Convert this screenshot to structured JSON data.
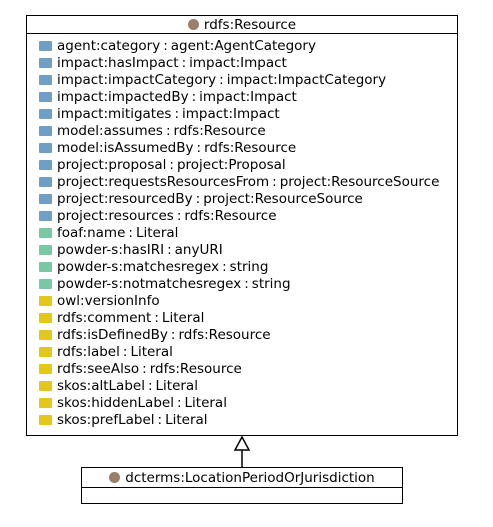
{
  "main_class": {
    "title": "rdfs:Resource",
    "title_icon": "class-circle-icon",
    "attributes": [
      {
        "name": "agent:category",
        "type": "agent:AgentCategory",
        "color": "#6f9fc6"
      },
      {
        "name": "impact:hasImpact",
        "type": "impact:Impact",
        "color": "#6f9fc6"
      },
      {
        "name": "impact:impactCategory",
        "type": "impact:ImpactCategory",
        "color": "#6f9fc6"
      },
      {
        "name": "impact:impactedBy",
        "type": "impact:Impact",
        "color": "#6f9fc6"
      },
      {
        "name": "impact:mitigates",
        "type": "impact:Impact",
        "color": "#6f9fc6"
      },
      {
        "name": "model:assumes",
        "type": "rdfs:Resource",
        "color": "#6f9fc6"
      },
      {
        "name": "model:isAssumedBy",
        "type": "rdfs:Resource",
        "color": "#6f9fc6"
      },
      {
        "name": "project:proposal",
        "type": "project:Proposal",
        "color": "#6f9fc6"
      },
      {
        "name": "project:requestsResourcesFrom",
        "type": "project:ResourceSource",
        "color": "#6f9fc6"
      },
      {
        "name": "project:resourcedBy",
        "type": "project:ResourceSource",
        "color": "#6f9fc6"
      },
      {
        "name": "project:resources",
        "type": "rdfs:Resource",
        "color": "#6f9fc6"
      },
      {
        "name": "foaf:name",
        "type": "Literal",
        "color": "#78c8a5"
      },
      {
        "name": "powder-s:hasIRI",
        "type": "anyURI",
        "color": "#78c8a5"
      },
      {
        "name": "powder-s:matchesregex",
        "type": "string",
        "color": "#78c8a5"
      },
      {
        "name": "powder-s:notmatchesregex",
        "type": "string",
        "color": "#78c8a5"
      },
      {
        "name": "owl:versionInfo",
        "type": "",
        "color": "#e3c81a"
      },
      {
        "name": "rdfs:comment",
        "type": "Literal",
        "color": "#e3c81a"
      },
      {
        "name": "rdfs:isDefinedBy",
        "type": "rdfs:Resource",
        "color": "#e3c81a"
      },
      {
        "name": "rdfs:label",
        "type": "Literal",
        "color": "#e3c81a"
      },
      {
        "name": "rdfs:seeAlso",
        "type": "rdfs:Resource",
        "color": "#e3c81a"
      },
      {
        "name": "skos:altLabel",
        "type": "Literal",
        "color": "#e3c81a"
      },
      {
        "name": "skos:hiddenLabel",
        "type": "Literal",
        "color": "#e3c81a"
      },
      {
        "name": "skos:prefLabel",
        "type": "Literal",
        "color": "#e3c81a"
      }
    ]
  },
  "sub_class": {
    "title": "dcterms:LocationPeriodOrJurisdiction",
    "title_icon": "class-circle-icon"
  },
  "relation": {
    "type": "generalization",
    "arrow_icon": "inheritance-arrow-icon"
  }
}
